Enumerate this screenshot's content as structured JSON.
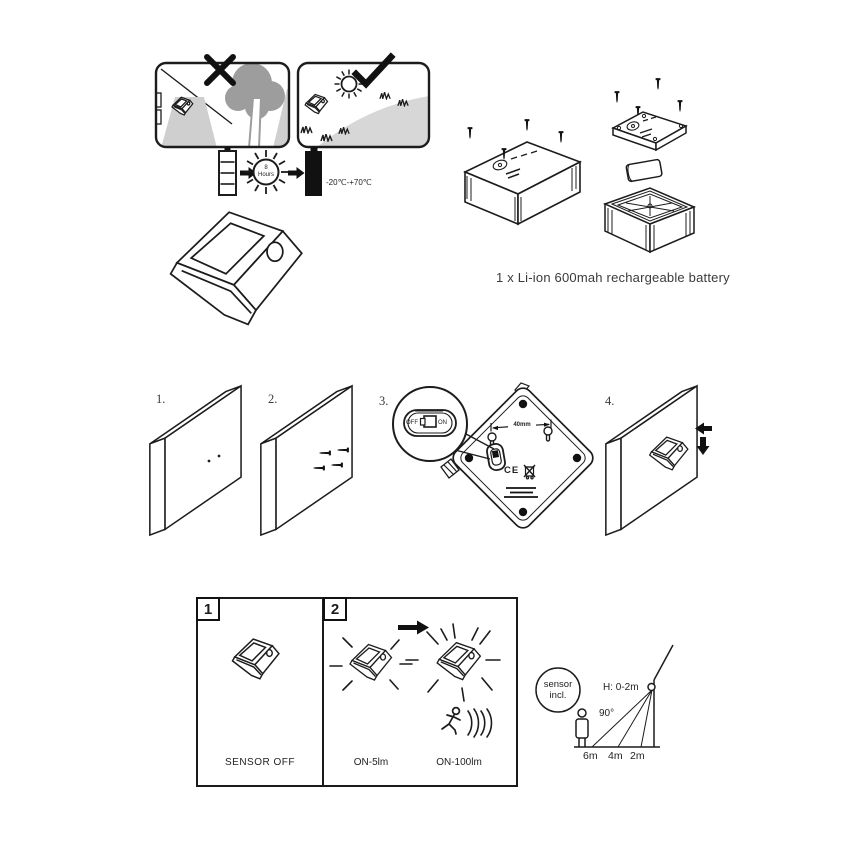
{
  "colors": {
    "ink": "#1c1c1c",
    "tree_gray": "#9d9d9d",
    "beam_gray": "#cfcfcf",
    "path_gray": "#d7d7d7",
    "battery_fill": "#111111"
  },
  "icons": {
    "wrong": "x-mark",
    "correct": "check-mark",
    "sun": "sun",
    "battery_states": [
      "battery-empty",
      "battery-full"
    ],
    "compliance": [
      "ce-mark",
      "crossed-out-bin"
    ],
    "motion": "running-person"
  },
  "placement": {
    "wrong_mark": "✕",
    "check_mark": "✓"
  },
  "charging": {
    "sun_hours_line1": "8",
    "sun_hours_line2": "Hours",
    "temp_range": "-20℃-+70℃"
  },
  "product": {
    "battery_note": "1 x Li-ion 600mah rechargeable battery"
  },
  "install_steps": {
    "step1_label": "1.",
    "step2_label": "2.",
    "step3_label": "3.",
    "step4_label": "4.",
    "switch_off": "OFF",
    "switch_on": "ON",
    "hole_distance": "40mm",
    "ce_mark": "CE"
  },
  "modes": {
    "panel1_number": "1",
    "panel2_number": "2",
    "sensor_off_label": "SENSOR OFF",
    "low_mode_label": "ON-5lm",
    "high_mode_label": "ON-100lm"
  },
  "range_diagram": {
    "sensor_line1": "sensor",
    "sensor_line2": "incl.",
    "height_label": "H: 0-2m",
    "angle_label": "90°",
    "distance_labels": [
      "6m",
      "4m",
      "2m"
    ]
  }
}
